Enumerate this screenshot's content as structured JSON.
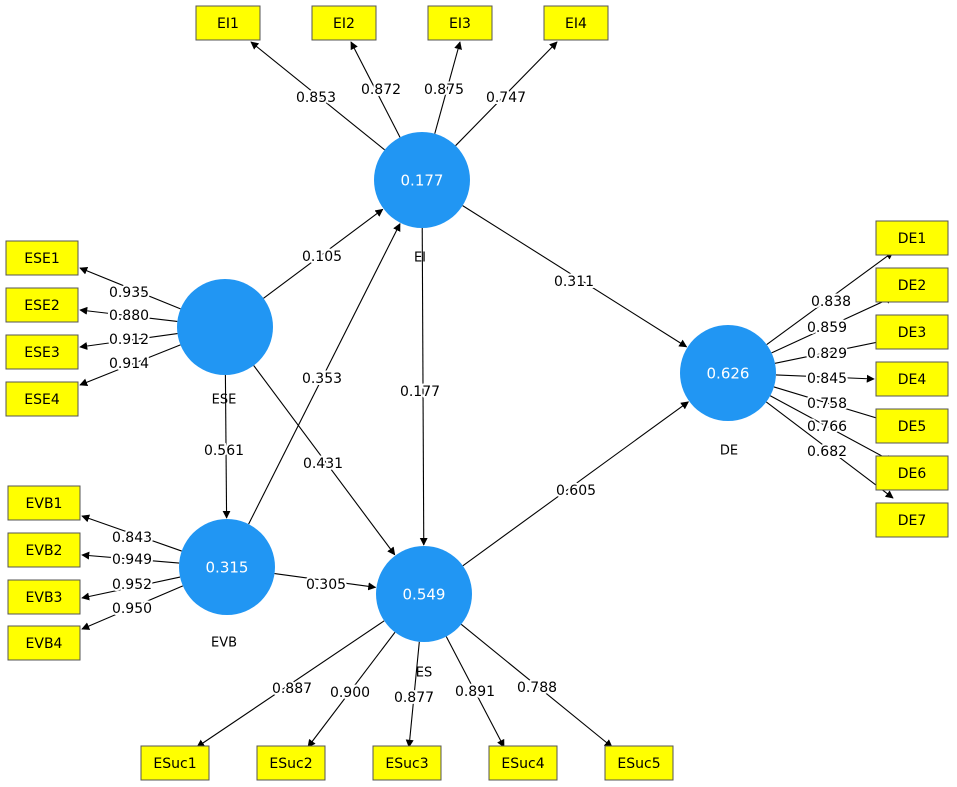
{
  "latents": [
    {
      "id": "EI",
      "label": "EI",
      "value": "0.177"
    },
    {
      "id": "ESE",
      "label": "ESE",
      "value": ""
    },
    {
      "id": "EVB",
      "label": "EVB",
      "value": "0.315"
    },
    {
      "id": "ES",
      "label": "ES",
      "value": "0.549"
    },
    {
      "id": "DE",
      "label": "DE",
      "value": "0.626"
    }
  ],
  "indicators": [
    {
      "id": "EI1",
      "label": "EI1"
    },
    {
      "id": "EI2",
      "label": "EI2"
    },
    {
      "id": "EI3",
      "label": "EI3"
    },
    {
      "id": "EI4",
      "label": "EI4"
    },
    {
      "id": "ESE1",
      "label": "ESE1"
    },
    {
      "id": "ESE2",
      "label": "ESE2"
    },
    {
      "id": "ESE3",
      "label": "ESE3"
    },
    {
      "id": "ESE4",
      "label": "ESE4"
    },
    {
      "id": "EVB1",
      "label": "EVB1"
    },
    {
      "id": "EVB2",
      "label": "EVB2"
    },
    {
      "id": "EVB3",
      "label": "EVB3"
    },
    {
      "id": "EVB4",
      "label": "EVB4"
    },
    {
      "id": "DE1",
      "label": "DE1"
    },
    {
      "id": "DE2",
      "label": "DE2"
    },
    {
      "id": "DE3",
      "label": "DE3"
    },
    {
      "id": "DE4",
      "label": "DE4"
    },
    {
      "id": "DE5",
      "label": "DE5"
    },
    {
      "id": "DE6",
      "label": "DE6"
    },
    {
      "id": "DE7",
      "label": "DE7"
    },
    {
      "id": "ESuc1",
      "label": "ESuc1"
    },
    {
      "id": "ESuc2",
      "label": "ESuc2"
    },
    {
      "id": "ESuc3",
      "label": "ESuc3"
    },
    {
      "id": "ESuc4",
      "label": "ESuc4"
    },
    {
      "id": "ESuc5",
      "label": "ESuc5"
    }
  ],
  "loadings": [
    {
      "from": "EI",
      "to": "EI1",
      "value": "0.853"
    },
    {
      "from": "EI",
      "to": "EI2",
      "value": "0.872"
    },
    {
      "from": "EI",
      "to": "EI3",
      "value": "0.875"
    },
    {
      "from": "EI",
      "to": "EI4",
      "value": "0.747"
    },
    {
      "from": "ESE",
      "to": "ESE1",
      "value": "0.935"
    },
    {
      "from": "ESE",
      "to": "ESE2",
      "value": "0.880"
    },
    {
      "from": "ESE",
      "to": "ESE3",
      "value": "0.912"
    },
    {
      "from": "ESE",
      "to": "ESE4",
      "value": "0.914"
    },
    {
      "from": "EVB",
      "to": "EVB1",
      "value": "0.843"
    },
    {
      "from": "EVB",
      "to": "EVB2",
      "value": "0.949"
    },
    {
      "from": "EVB",
      "to": "EVB3",
      "value": "0.952"
    },
    {
      "from": "EVB",
      "to": "EVB4",
      "value": "0.950"
    },
    {
      "from": "DE",
      "to": "DE1",
      "value": "0.838"
    },
    {
      "from": "DE",
      "to": "DE2",
      "value": "0.859"
    },
    {
      "from": "DE",
      "to": "DE3",
      "value": "0.829"
    },
    {
      "from": "DE",
      "to": "DE4",
      "value": "0.845"
    },
    {
      "from": "DE",
      "to": "DE5",
      "value": "0.758"
    },
    {
      "from": "DE",
      "to": "DE6",
      "value": "0.766"
    },
    {
      "from": "DE",
      "to": "DE7",
      "value": "0.682"
    },
    {
      "from": "ES",
      "to": "ESuc1",
      "value": "0.887"
    },
    {
      "from": "ES",
      "to": "ESuc2",
      "value": "0.900"
    },
    {
      "from": "ES",
      "to": "ESuc3",
      "value": "0.877"
    },
    {
      "from": "ES",
      "to": "ESuc4",
      "value": "0.891"
    },
    {
      "from": "ES",
      "to": "ESuc5",
      "value": "0.788"
    }
  ],
  "paths": [
    {
      "from": "ESE",
      "to": "EI",
      "value": "0.105"
    },
    {
      "from": "ESE",
      "to": "EVB",
      "value": "0.561"
    },
    {
      "from": "ESE",
      "to": "ES",
      "value": "0.431"
    },
    {
      "from": "EVB",
      "to": "EI",
      "value": "0.353"
    },
    {
      "from": "EVB",
      "to": "ES",
      "value": "0.305"
    },
    {
      "from": "EI",
      "to": "ES",
      "value": "0.177"
    },
    {
      "from": "EI",
      "to": "DE",
      "value": "0.311"
    },
    {
      "from": "ES",
      "to": "DE",
      "value": "0.605"
    }
  ],
  "colors": {
    "latent_fill": "#2196f3",
    "indicator_fill": "#ffff00",
    "edge": "#000000"
  }
}
